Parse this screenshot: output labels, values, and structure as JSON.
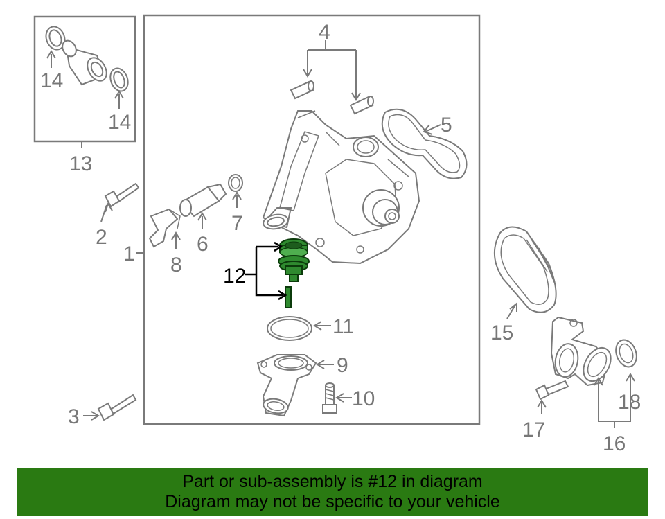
{
  "callouts": {
    "c1": "1",
    "c2": "2",
    "c3": "3",
    "c4": "4",
    "c5": "5",
    "c6": "6",
    "c7": "7",
    "c8": "8",
    "c9": "9",
    "c10": "10",
    "c11": "11",
    "c12": "12",
    "c13": "13",
    "c14a": "14",
    "c14b": "14",
    "c15": "15",
    "c16": "16",
    "c17": "17",
    "c18": "18"
  },
  "highlighted_part": "12",
  "colors": {
    "highlight": "#2f8a2f",
    "banner": "#2a7a12",
    "line_art": "#7a7a7a"
  },
  "banner": {
    "line1": "Part or sub-assembly is #12 in diagram",
    "line2": "Diagram may not be specific to your vehicle"
  }
}
